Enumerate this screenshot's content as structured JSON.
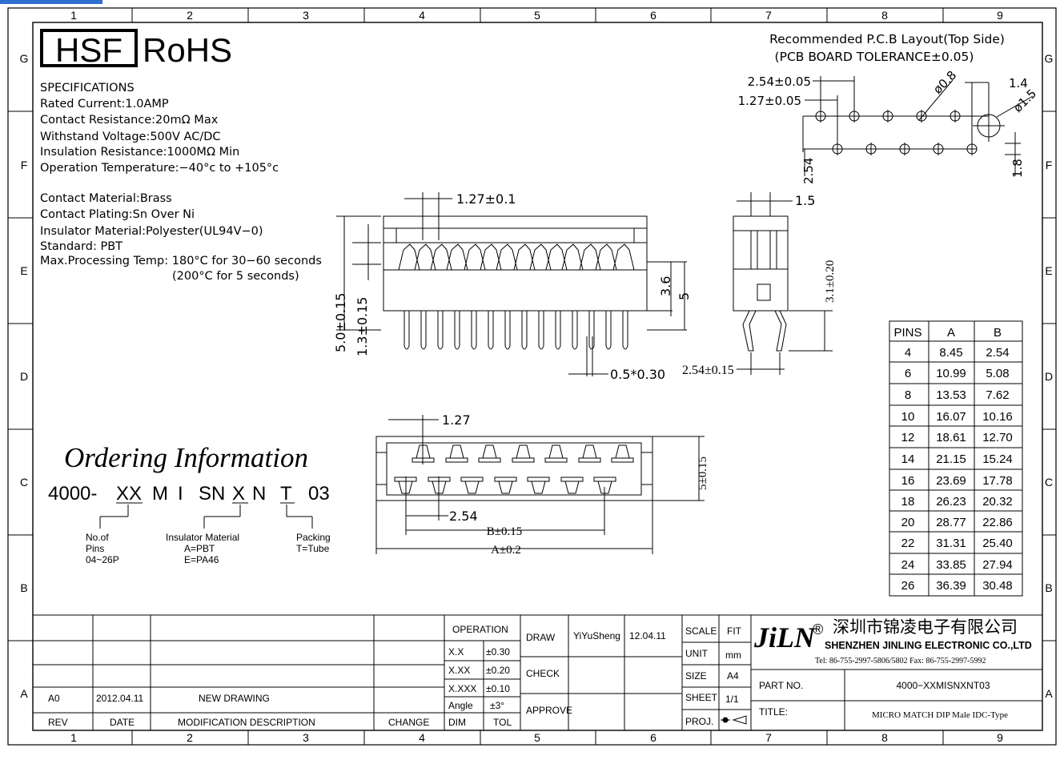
{
  "zones": {
    "columns": [
      "1",
      "2",
      "3",
      "4",
      "5",
      "6",
      "7",
      "8",
      "9"
    ],
    "rows": [
      "G",
      "F",
      "E",
      "D",
      "C",
      "B",
      "A"
    ]
  },
  "header": {
    "hsf": "HSF",
    "rohs": "RoHS"
  },
  "specifications": [
    "SPECIFICATIONS",
    "Rated  Current:1.0AMP",
    "Contact  Resistance:20mΩ  Max",
    "Withstand  Voltage:500V  AC/DC",
    "Insulation  Resistance:1000MΩ  Min",
    "Operation  Temperature:−40°c  to  +105°c",
    "Contact  Material:Brass",
    "Contact  Plating:Sn  Over  Ni",
    "Insulator  Material:Polyester(UL94V−0)",
    "Standard:     PBT",
    "Max.Processing  Temp:  180°C  for  30−60  seconds",
    "(200°C  for  5  seconds)"
  ],
  "pcb_layout": {
    "title1": "Recommended  P.C.B  Layout(Top  Side)",
    "title2": "(PCB  BOARD  TOLERANCE±0.05)",
    "dim_254": "2.54±0.05",
    "dim_127": "1.27±0.05",
    "dim_phi08": "ø0.8",
    "dim_14": "1.4",
    "dim_phi15": "ø1.5",
    "dim_254v": "2.54",
    "dim_18": "1.8"
  },
  "front_view": {
    "dim_pitch": "1.27±0.1",
    "dim_50": "5.0±0.15",
    "dim_13": "1.3±0.15",
    "dim_36": "3.6",
    "dim_5": "5",
    "dim_pin": "0.5*0.30"
  },
  "side_view": {
    "dim_15": "1.5",
    "dim_31": "3.1±0.20",
    "dim_254": "2.54±0.15"
  },
  "top_view": {
    "dim_127": "1.27",
    "dim_5": "5±0.15",
    "dim_254": "2.54",
    "dim_b": "B±0.15",
    "dim_a": "A±0.2"
  },
  "ordering": {
    "title": "Ordering Information",
    "code": [
      "4000-",
      "XX",
      "M",
      "I",
      "SN",
      "X",
      "N",
      "T",
      "03"
    ],
    "callout_pins": [
      "No.of",
      "Pins",
      "04~26P"
    ],
    "callout_insulator": [
      "Insulator  Material",
      "A=PBT",
      "E=PA46"
    ],
    "callout_packing": [
      "Packing",
      "T=Tube"
    ]
  },
  "pins_table": {
    "headers": [
      "PINS",
      "A",
      "B"
    ],
    "rows": [
      [
        "4",
        "8.45",
        "2.54"
      ],
      [
        "6",
        "10.99",
        "5.08"
      ],
      [
        "8",
        "13.53",
        "7.62"
      ],
      [
        "10",
        "16.07",
        "10.16"
      ],
      [
        "12",
        "18.61",
        "12.70"
      ],
      [
        "14",
        "21.15",
        "15.24"
      ],
      [
        "16",
        "23.69",
        "17.78"
      ],
      [
        "18",
        "26.23",
        "20.32"
      ],
      [
        "20",
        "28.77",
        "22.86"
      ],
      [
        "22",
        "31.31",
        "25.40"
      ],
      [
        "24",
        "33.85",
        "27.94"
      ],
      [
        "26",
        "36.39",
        "30.48"
      ]
    ]
  },
  "title_block": {
    "revision": {
      "rev": "A0",
      "date": "2012.04.11",
      "description": "NEW  DRAWING"
    },
    "rev_headers": {
      "rev": "REV",
      "date": "DATE",
      "description": "MODIFICATION  DESCRIPTION",
      "change": "CHANGE"
    },
    "operation": "OPERATION",
    "tolerances": [
      {
        "dim": "X.X",
        "tol": "±0.30"
      },
      {
        "dim": "X.XX",
        "tol": "±0.20"
      },
      {
        "dim": "X.XXX",
        "tol": "±0.10"
      },
      {
        "dim": "Angle",
        "tol": "±3°"
      }
    ],
    "dim_label": "DIM",
    "tol_label": "TOL",
    "draw": "DRAW",
    "drawer": "YiYuSheng",
    "draw_date": "12.04.11",
    "check": "CHECK",
    "approve": "APPROVE",
    "scale": "SCALE",
    "scale_val": "FIT",
    "unit": "UNIT",
    "unit_val": "mm",
    "size": "SIZE",
    "size_val": "A4",
    "sheet": "SHEET",
    "sheet_val": "1/1",
    "proj": "PROJ.",
    "logo": "JiLN",
    "reg": "®",
    "company_cn": "深圳市锦凌电子有限公司",
    "company_en": "SHENZHEN  JINLING  ELECTRONIC  CO.,LTD",
    "contact": "Tel:  86-755-2997-5806/5802     Fax:  86-755-2997-5992",
    "part_no_label": "PART  NO.",
    "part_no": "4000−XXMISNXNT03",
    "title_label": "TITLE:",
    "title": "MICRO  MATCH  DIP  Male  IDC-Type"
  }
}
